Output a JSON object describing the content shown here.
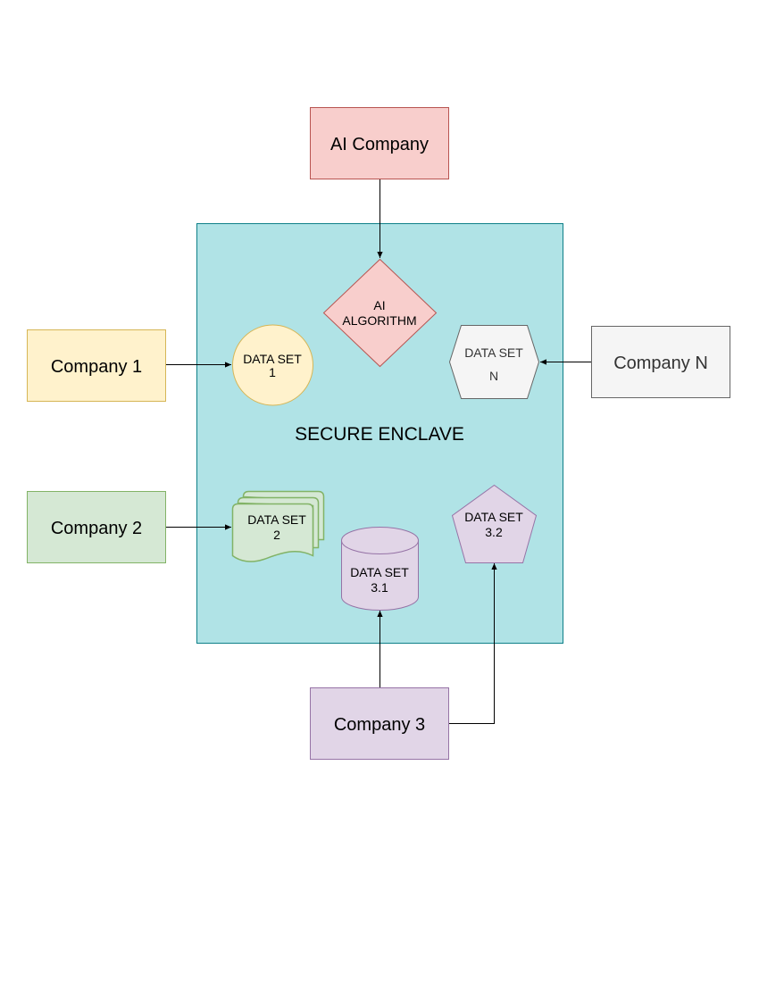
{
  "enclave": {
    "label": "SECURE ENCLAVE",
    "fill": "#b0e3e6",
    "stroke": "#0e8088"
  },
  "nodes": {
    "ai_company": {
      "label": "AI Company",
      "fill": "#f8cecc",
      "stroke": "#b85450"
    },
    "company_1": {
      "label": "Company 1",
      "fill": "#fff2cc",
      "stroke": "#d6b656"
    },
    "company_2": {
      "label": "Company 2",
      "fill": "#d5e8d4",
      "stroke": "#82b366"
    },
    "company_3": {
      "label": "Company 3",
      "fill": "#e1d5e7",
      "stroke": "#9673a6"
    },
    "company_n": {
      "label": "Company N",
      "fill": "#f5f5f5",
      "stroke": "#666666"
    },
    "ai_algorithm": {
      "line1": "AI",
      "line2": "ALGORITHM",
      "fill": "#f8cecc",
      "stroke": "#b85450"
    },
    "data_set_1": {
      "line1": "DATA SET",
      "line2": "1",
      "fill": "#fff2cc",
      "stroke": "#d6b656"
    },
    "data_set_2": {
      "line1": "DATA SET",
      "line2": "2",
      "fill": "#d5e8d4",
      "stroke": "#82b366"
    },
    "data_set_3_1": {
      "line1": "DATA SET",
      "line2": "3.1",
      "fill": "#e1d5e7",
      "stroke": "#9673a6"
    },
    "data_set_3_2": {
      "line1": "DATA SET",
      "line2": "3.2",
      "fill": "#e1d5e7",
      "stroke": "#9673a6"
    },
    "data_set_n": {
      "line1": "DATA SET",
      "line2": "N",
      "fill": "#f5f5f5",
      "stroke": "#666666"
    }
  },
  "edges": [
    {
      "from": "ai_company",
      "to": "ai_algorithm"
    },
    {
      "from": "company_1",
      "to": "data_set_1"
    },
    {
      "from": "company_2",
      "to": "data_set_2"
    },
    {
      "from": "company_n",
      "to": "data_set_n"
    },
    {
      "from": "company_3",
      "to": "data_set_3_1"
    },
    {
      "from": "company_3",
      "to": "data_set_3_2"
    }
  ]
}
